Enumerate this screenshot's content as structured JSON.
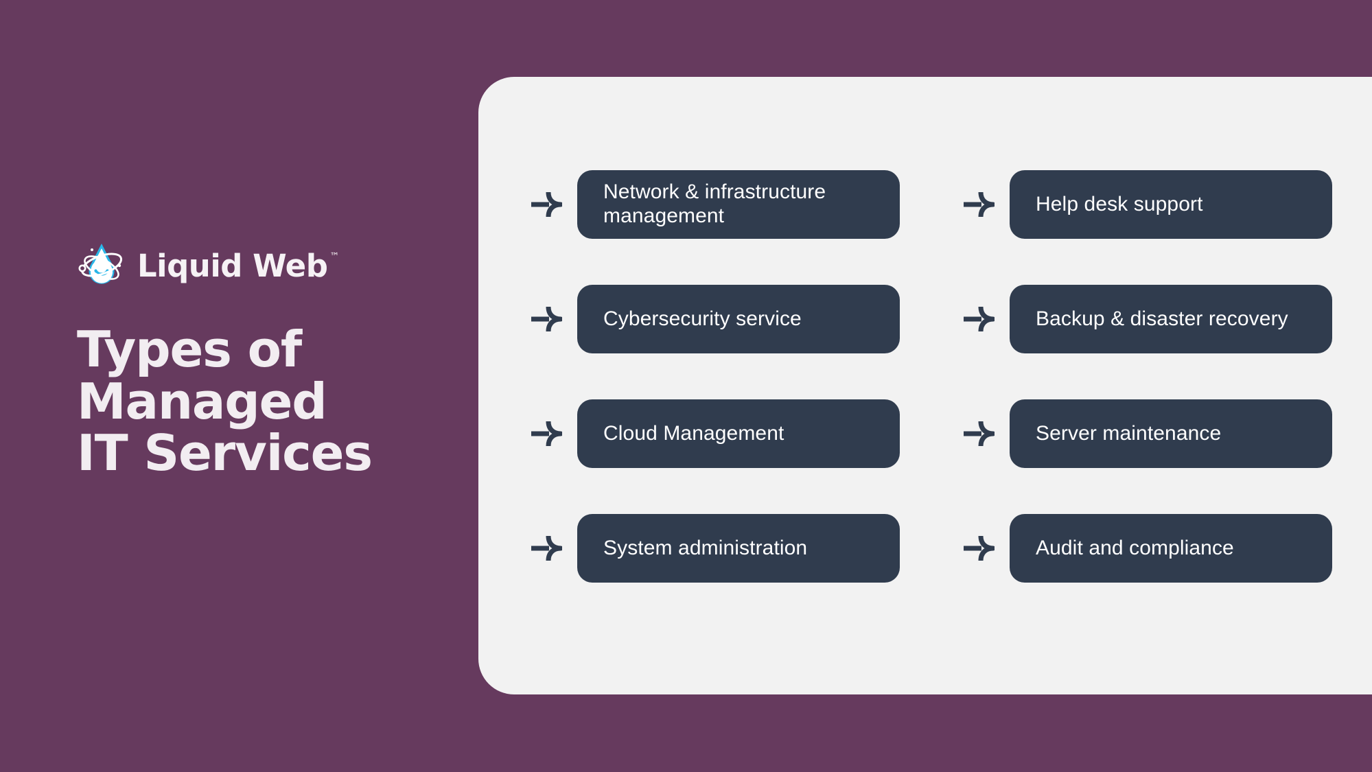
{
  "background_color": "#663a5e",
  "panel_color": "#f2f2f2",
  "card_color": "#303c4e",
  "accent_color": "#29b6e8",
  "brand": {
    "name": "Liquid Web",
    "trademark": "™",
    "logo_icon": "liquid-web-droplet-logo"
  },
  "title": "Types of\nManaged\nIT Services",
  "services": [
    {
      "id": "network-infrastructure-management",
      "label": "Network & infrastructure\nmanagement",
      "arrow_icon": "curved-arrow-right-icon"
    },
    {
      "id": "help-desk-support",
      "label": "Help desk support",
      "arrow_icon": "curved-arrow-right-icon"
    },
    {
      "id": "cybersecurity-service",
      "label": "Cybersecurity service",
      "arrow_icon": "curved-arrow-right-icon"
    },
    {
      "id": "backup-disaster-recovery",
      "label": "Backup & disaster recovery",
      "arrow_icon": "curved-arrow-right-icon"
    },
    {
      "id": "cloud-management",
      "label": "Cloud Management",
      "arrow_icon": "curved-arrow-right-icon"
    },
    {
      "id": "server-maintenance",
      "label": "Server maintenance",
      "arrow_icon": "curved-arrow-right-icon"
    },
    {
      "id": "system-administration",
      "label": "System administration",
      "arrow_icon": "curved-arrow-right-icon"
    },
    {
      "id": "audit-and-compliance",
      "label": "Audit and compliance",
      "arrow_icon": "curved-arrow-right-icon"
    }
  ]
}
